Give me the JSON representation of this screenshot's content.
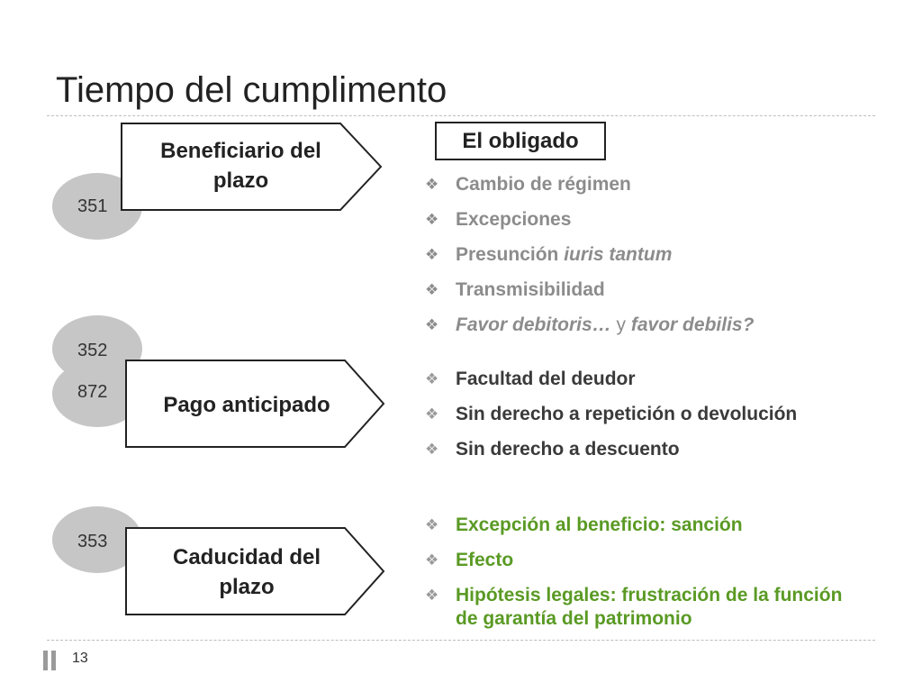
{
  "title": "Tiempo del cumplimento",
  "article_numbers": [
    "351",
    "352",
    "872",
    "353"
  ],
  "boxes": {
    "beneficiario": [
      "Beneficiario del",
      "plazo"
    ],
    "pago": "Pago anticipado",
    "caducidad": [
      "Caducidad del",
      "plazo"
    ],
    "obligado": "El obligado"
  },
  "list_obligado": {
    "item1": "Cambio de régimen",
    "item2": "Excepciones",
    "item3_a": "Presunción ",
    "item3_b": "iuris tantum",
    "item4": "Transmisibilidad",
    "item5_a": "Favor debitoris…",
    "item5_b": " y ",
    "item5_c": "favor debilis?"
  },
  "list_pago": [
    "Facultad del deudor",
    "Sin derecho a repetición o devolución",
    "Sin derecho a descuento"
  ],
  "list_caducidad": [
    "Excepción al beneficio: sanción",
    "Efecto",
    "Hipótesis legales: frustración de la función de garantía del patrimonio"
  ],
  "bullet_glyph": "❖",
  "page_number": "13",
  "colors": {
    "gray_text": "#8c8c8c",
    "green_text": "#5a9a24",
    "ellipse": "#c6c6c6"
  }
}
